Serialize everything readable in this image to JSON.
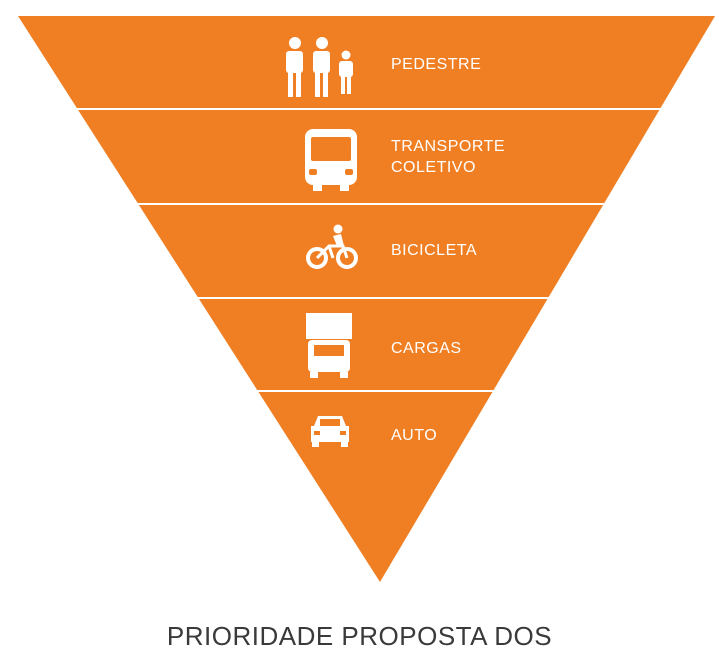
{
  "diagram": {
    "fill_color": "#F07F24",
    "divider_color": "#FFFFFF",
    "text_color": "#FFFFFF",
    "levels": [
      {
        "label": "PEDESTRE",
        "icon": "pedestrians-icon"
      },
      {
        "label": "TRANSPORTE\nCOLETIVO",
        "icon": "bus-icon"
      },
      {
        "label": "BICICLETA",
        "icon": "bicycle-icon"
      },
      {
        "label": "CARGAS",
        "icon": "truck-icon"
      },
      {
        "label": "AUTO",
        "icon": "car-icon"
      }
    ]
  },
  "caption": "PRIORIDADE PROPOSTA DOS"
}
